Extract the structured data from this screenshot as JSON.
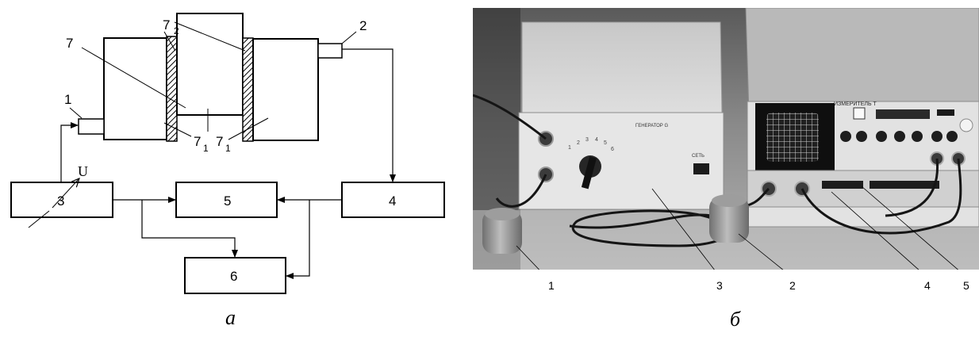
{
  "diagram": {
    "labels": {
      "l1": "1",
      "l2": "2",
      "l3": "3",
      "l4": "4",
      "l5": "5",
      "l6": "6",
      "l7": "7",
      "l7_1": "7",
      "l7_1_sub": "1",
      "l7_1b": "7",
      "l7_1b_sub": "1",
      "l7_2": "7",
      "l7_2_sub": "2",
      "u": "U"
    }
  },
  "photo": {
    "generator_label": "ГЕНЕРАТОР G",
    "meter_label": "ИЗМЕРИТЕЛЬ T",
    "switch_label": "СЕТЬ",
    "callouts": [
      "1",
      "3",
      "2",
      "4",
      "5"
    ]
  },
  "captions": {
    "a": "а",
    "b": "б"
  }
}
